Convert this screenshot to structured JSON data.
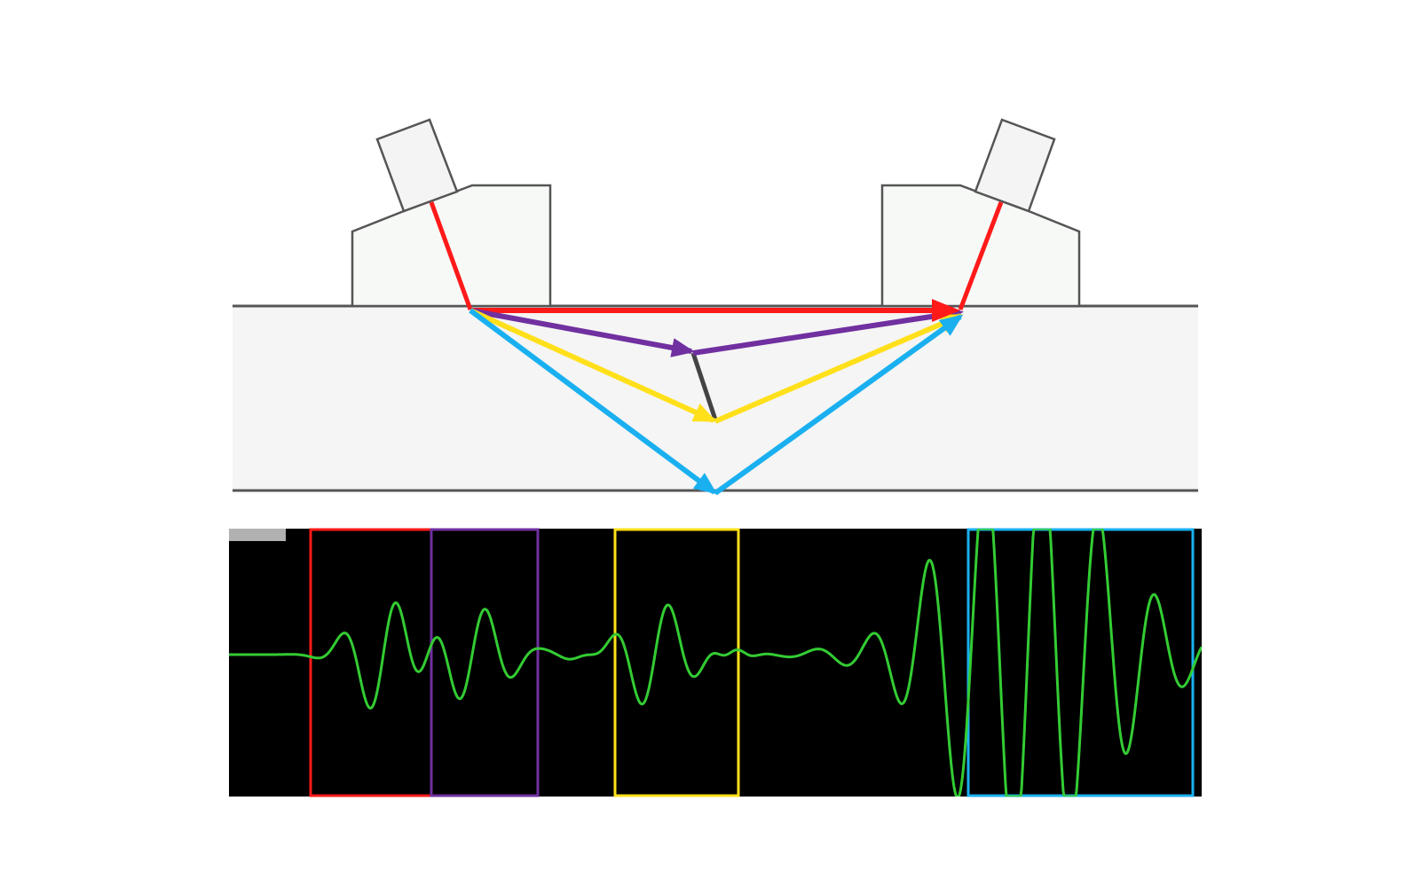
{
  "diagram": {
    "colors": {
      "background": "#ffffff",
      "specimen_fill": "#f5f5f5",
      "outline": "#555555",
      "wedge_fill": "#f7f9f7",
      "probe_fill": "#f4f4f4",
      "crack": "#444444",
      "lateral_wave": "#ff1a1a",
      "crack_tip_upper": "#7030a0",
      "crack_tip_lower": "#ffe01a",
      "backwall": "#1ab0f0",
      "ascan_background": "#000000",
      "ascan_trace": "#33cc33"
    },
    "paths": [
      {
        "name": "lateral-wave-path",
        "color_key": "lateral_wave"
      },
      {
        "name": "upper-tip-diffraction-path",
        "color_key": "crack_tip_upper"
      },
      {
        "name": "lower-tip-diffraction-path",
        "color_key": "crack_tip_lower"
      },
      {
        "name": "backwall-reflection-path",
        "color_key": "backwall"
      }
    ],
    "ascan_gates": [
      {
        "name": "lateral-wave-gate",
        "color_key": "lateral_wave"
      },
      {
        "name": "upper-tip-gate",
        "color_key": "crack_tip_upper"
      },
      {
        "name": "lower-tip-gate",
        "color_key": "crack_tip_lower"
      },
      {
        "name": "backwall-gate",
        "color_key": "backwall"
      }
    ],
    "icons": [
      "transmitter-probe-icon",
      "receiver-probe-icon"
    ]
  }
}
